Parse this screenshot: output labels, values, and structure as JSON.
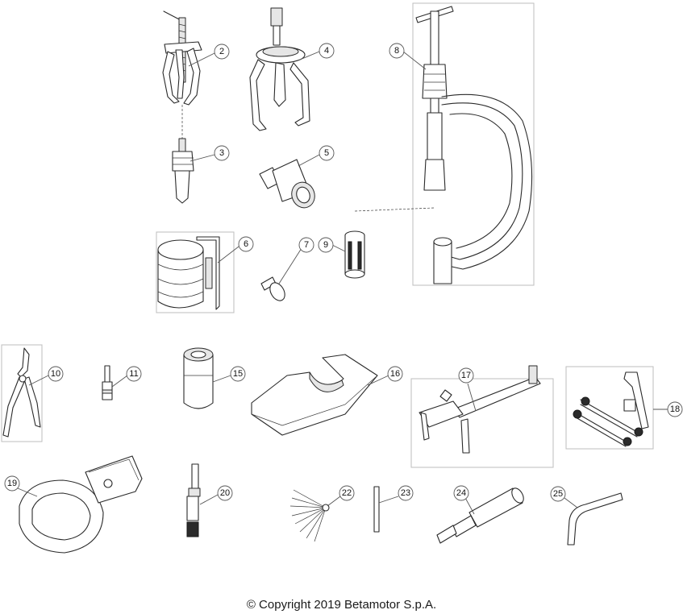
{
  "diagram": {
    "callouts": [
      {
        "number": "2"
      },
      {
        "number": "3"
      },
      {
        "number": "4"
      },
      {
        "number": "5"
      },
      {
        "number": "6"
      },
      {
        "number": "7"
      },
      {
        "number": "8"
      },
      {
        "number": "9"
      },
      {
        "number": "10"
      },
      {
        "number": "11"
      },
      {
        "number": "15"
      },
      {
        "number": "16"
      },
      {
        "number": "17"
      },
      {
        "number": "18"
      },
      {
        "number": "19"
      },
      {
        "number": "20"
      },
      {
        "number": "22"
      },
      {
        "number": "23"
      },
      {
        "number": "24"
      },
      {
        "number": "25"
      }
    ]
  },
  "footer": {
    "copyright": "© Copyright 2019 Betamotor S.p.A."
  }
}
